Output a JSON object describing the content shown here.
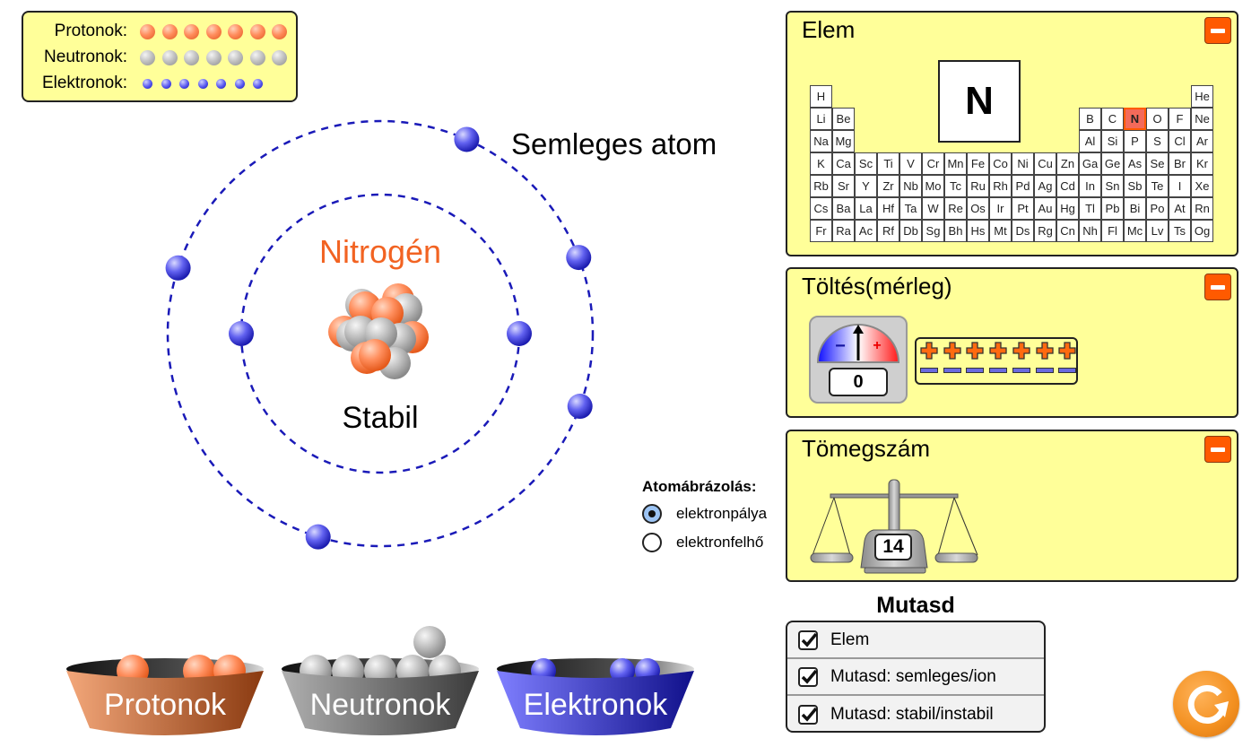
{
  "legend": {
    "rows": [
      {
        "label": "Protonok:",
        "count": 7,
        "kind": "proton"
      },
      {
        "label": "Neutronok:",
        "count": 7,
        "kind": "neutron"
      },
      {
        "label": "Elektronok:",
        "count": 7,
        "kind": "electron"
      }
    ]
  },
  "atom": {
    "element_name": "Nitrogén",
    "stability": "Stabil",
    "charge_status": "Semleges atom",
    "protons": 7,
    "neutrons": 7,
    "electrons": 7,
    "inner_shell_electrons": 2,
    "outer_shell_electrons": 5
  },
  "buckets": [
    {
      "label": "Protonok",
      "kind": "proton"
    },
    {
      "label": "Neutronok",
      "kind": "neutron"
    },
    {
      "label": "Elektronok",
      "kind": "electron"
    }
  ],
  "view_mode": {
    "title": "Atomábrázolás:",
    "options": [
      {
        "label": "elektronpálya",
        "selected": true
      },
      {
        "label": "elektronfelhő",
        "selected": false
      }
    ]
  },
  "panels": {
    "element": {
      "title": "Elem",
      "symbol": "N",
      "selected": "N",
      "periodic_table": [
        [
          "H",
          "",
          "",
          "",
          "",
          "",
          "",
          "",
          "",
          "",
          "",
          "",
          "",
          "",
          "",
          "",
          "",
          "He"
        ],
        [
          "Li",
          "Be",
          "",
          "",
          "",
          "",
          "",
          "",
          "",
          "",
          "",
          "",
          "B",
          "C",
          "N",
          "O",
          "F",
          "Ne"
        ],
        [
          "Na",
          "Mg",
          "",
          "",
          "",
          "",
          "",
          "",
          "",
          "",
          "",
          "",
          "Al",
          "Si",
          "P",
          "S",
          "Cl",
          "Ar"
        ],
        [
          "K",
          "Ca",
          "Sc",
          "Ti",
          "V",
          "Cr",
          "Mn",
          "Fe",
          "Co",
          "Ni",
          "Cu",
          "Zn",
          "Ga",
          "Ge",
          "As",
          "Se",
          "Br",
          "Kr"
        ],
        [
          "Rb",
          "Sr",
          "Y",
          "Zr",
          "Nb",
          "Mo",
          "Tc",
          "Ru",
          "Rh",
          "Pd",
          "Ag",
          "Cd",
          "In",
          "Sn",
          "Sb",
          "Te",
          "I",
          "Xe"
        ],
        [
          "Cs",
          "Ba",
          "La",
          "Hf",
          "Ta",
          "W",
          "Re",
          "Os",
          "Ir",
          "Pt",
          "Au",
          "Hg",
          "Tl",
          "Pb",
          "Bi",
          "Po",
          "At",
          "Rn"
        ],
        [
          "Fr",
          "Ra",
          "Ac",
          "Rf",
          "Db",
          "Sg",
          "Bh",
          "Hs",
          "Mt",
          "Ds",
          "Rg",
          "Cn",
          "Nh",
          "Fl",
          "Mc",
          "Lv",
          "Ts",
          "Og"
        ]
      ]
    },
    "charge": {
      "title": "Töltés(mérleg)",
      "value": "0",
      "minus_symbol": "−",
      "plus_symbol": "+",
      "plus_count": 7,
      "minus_count": 7
    },
    "mass": {
      "title": "Tömegszám",
      "value": "14"
    }
  },
  "show": {
    "title": "Mutasd",
    "options": [
      {
        "label": "Elem",
        "checked": true
      },
      {
        "label": "Mutasd: semleges/ion",
        "checked": true
      },
      {
        "label": "Mutasd: stabil/instabil",
        "checked": true
      }
    ]
  },
  "colors": {
    "panel_bg": "#ffff99",
    "accent_orange": "#ff5a00",
    "element_name": "#f26322",
    "orbit": "#1a1ab8"
  }
}
